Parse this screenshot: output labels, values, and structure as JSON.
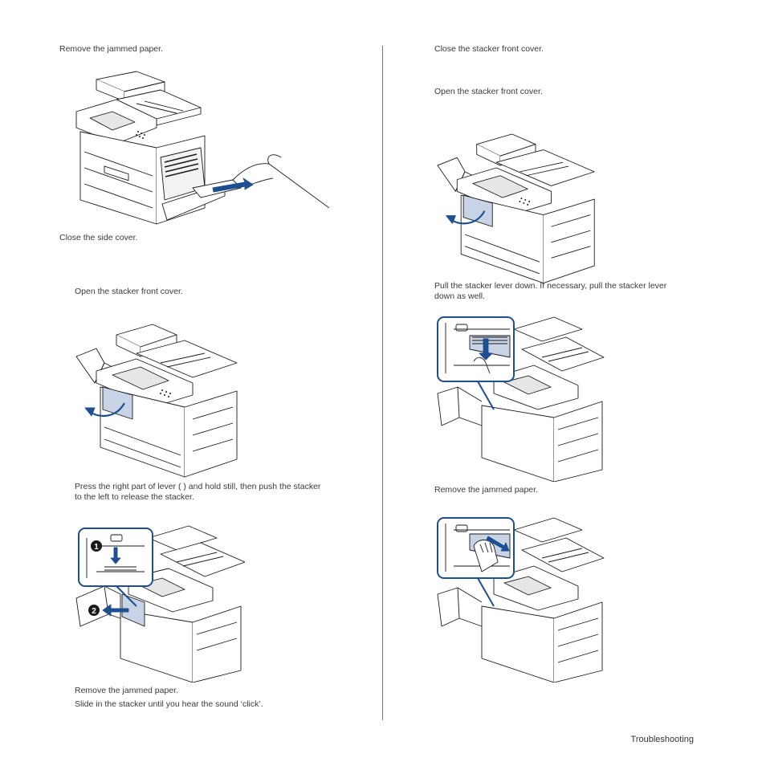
{
  "left": {
    "step1": "Remove the jammed paper.",
    "step2": "Close the side cover.",
    "step3": "Open the stacker front cover.",
    "step4_line1": "Press the right part of lever (      ) and hold still, then push the stacker",
    "step4_line2": "to the left to release the stacker.",
    "step5": "Remove the jammed paper.",
    "step6": "Slide in the stacker until you hear the sound ‘click’."
  },
  "right": {
    "step1": "Close the stacker front cover.",
    "step2": "Open the stacker front cover.",
    "step3_line1": "Pull the stacker lever         down. If necessary, pull the stacker lever",
    "step3_line2": "down as well.",
    "step4": "Remove the jammed paper."
  },
  "callouts": {
    "one": "1",
    "two": "2"
  },
  "footer": "Troubleshooting",
  "colors": {
    "accent_blue": "#1d4f91",
    "panel_highlight": "#c9d3e6",
    "line": "#1a1a1a"
  }
}
